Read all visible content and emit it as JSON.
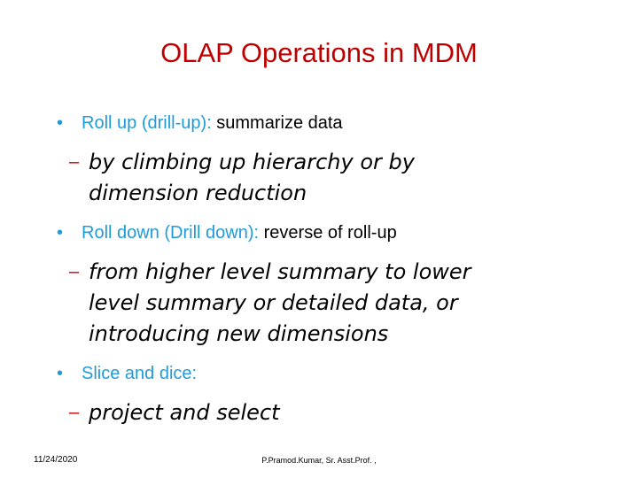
{
  "slide": {
    "title": "OLAP Operations in MDM",
    "bullets": [
      {
        "level": 1,
        "marker": "•",
        "head": "Roll up (drill-up)",
        "colon": ":",
        "tail": " summarize data"
      },
      {
        "level": 2,
        "marker": "–",
        "lines": [
          "by climbing up hierarchy or by",
          "dimension reduction"
        ]
      },
      {
        "level": 1,
        "marker": "•",
        "head": "Roll down (Drill down)",
        "colon": ":",
        "tail": " reverse of roll-up"
      },
      {
        "level": 2,
        "marker": "–",
        "lines": [
          "from higher level summary to lower",
          "level summary or detailed data, or",
          "introducing new dimensions"
        ]
      },
      {
        "level": 1,
        "marker": "•",
        "head": "Slice and dice",
        "colon": ":",
        "tail": ""
      },
      {
        "level": 2,
        "marker": "–",
        "lines": [
          "project and select"
        ]
      }
    ],
    "footer": {
      "date": "11/24/2020",
      "center": "P.Pramod.Kumar, Sr. Asst.Prof. ,"
    },
    "colors": {
      "title": "#c00000",
      "level1": "#1f9cd7",
      "level2": "#000000",
      "dash": "#c00000"
    }
  }
}
